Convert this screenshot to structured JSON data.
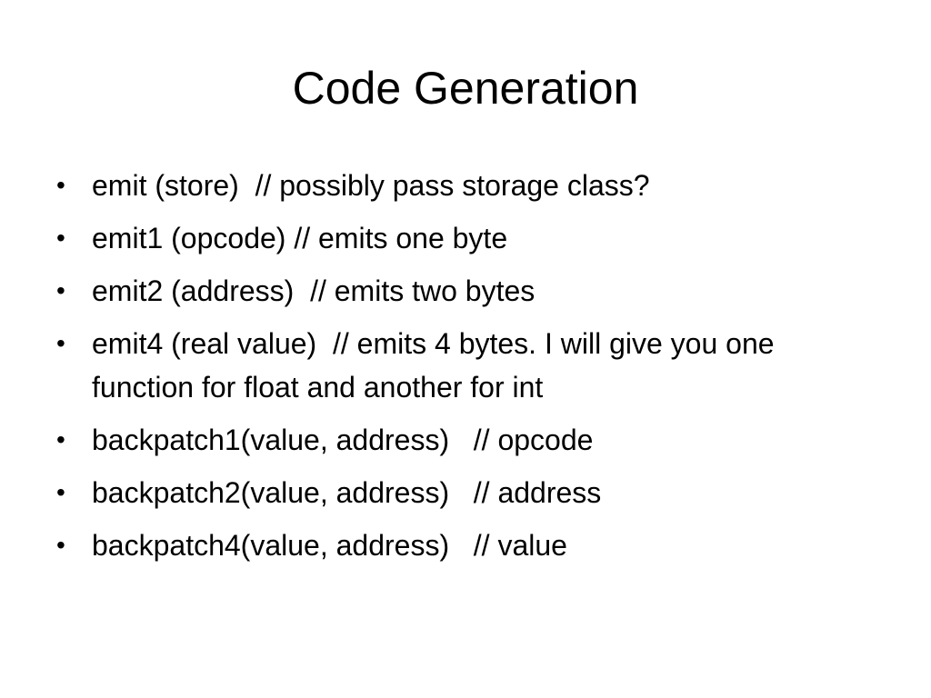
{
  "slide": {
    "title": "Code Generation",
    "bullet_symbol": "•",
    "bullets": [
      "emit (store)  // possibly pass storage class?",
      "emit1 (opcode) // emits one byte",
      "emit2 (address)  // emits two bytes",
      "emit4 (real value)  // emits 4 bytes. I will give you one function for float and another for int",
      "backpatch1(value, address)   // opcode",
      "backpatch2(value, address)   // address",
      "backpatch4(value, address)   // value"
    ]
  }
}
